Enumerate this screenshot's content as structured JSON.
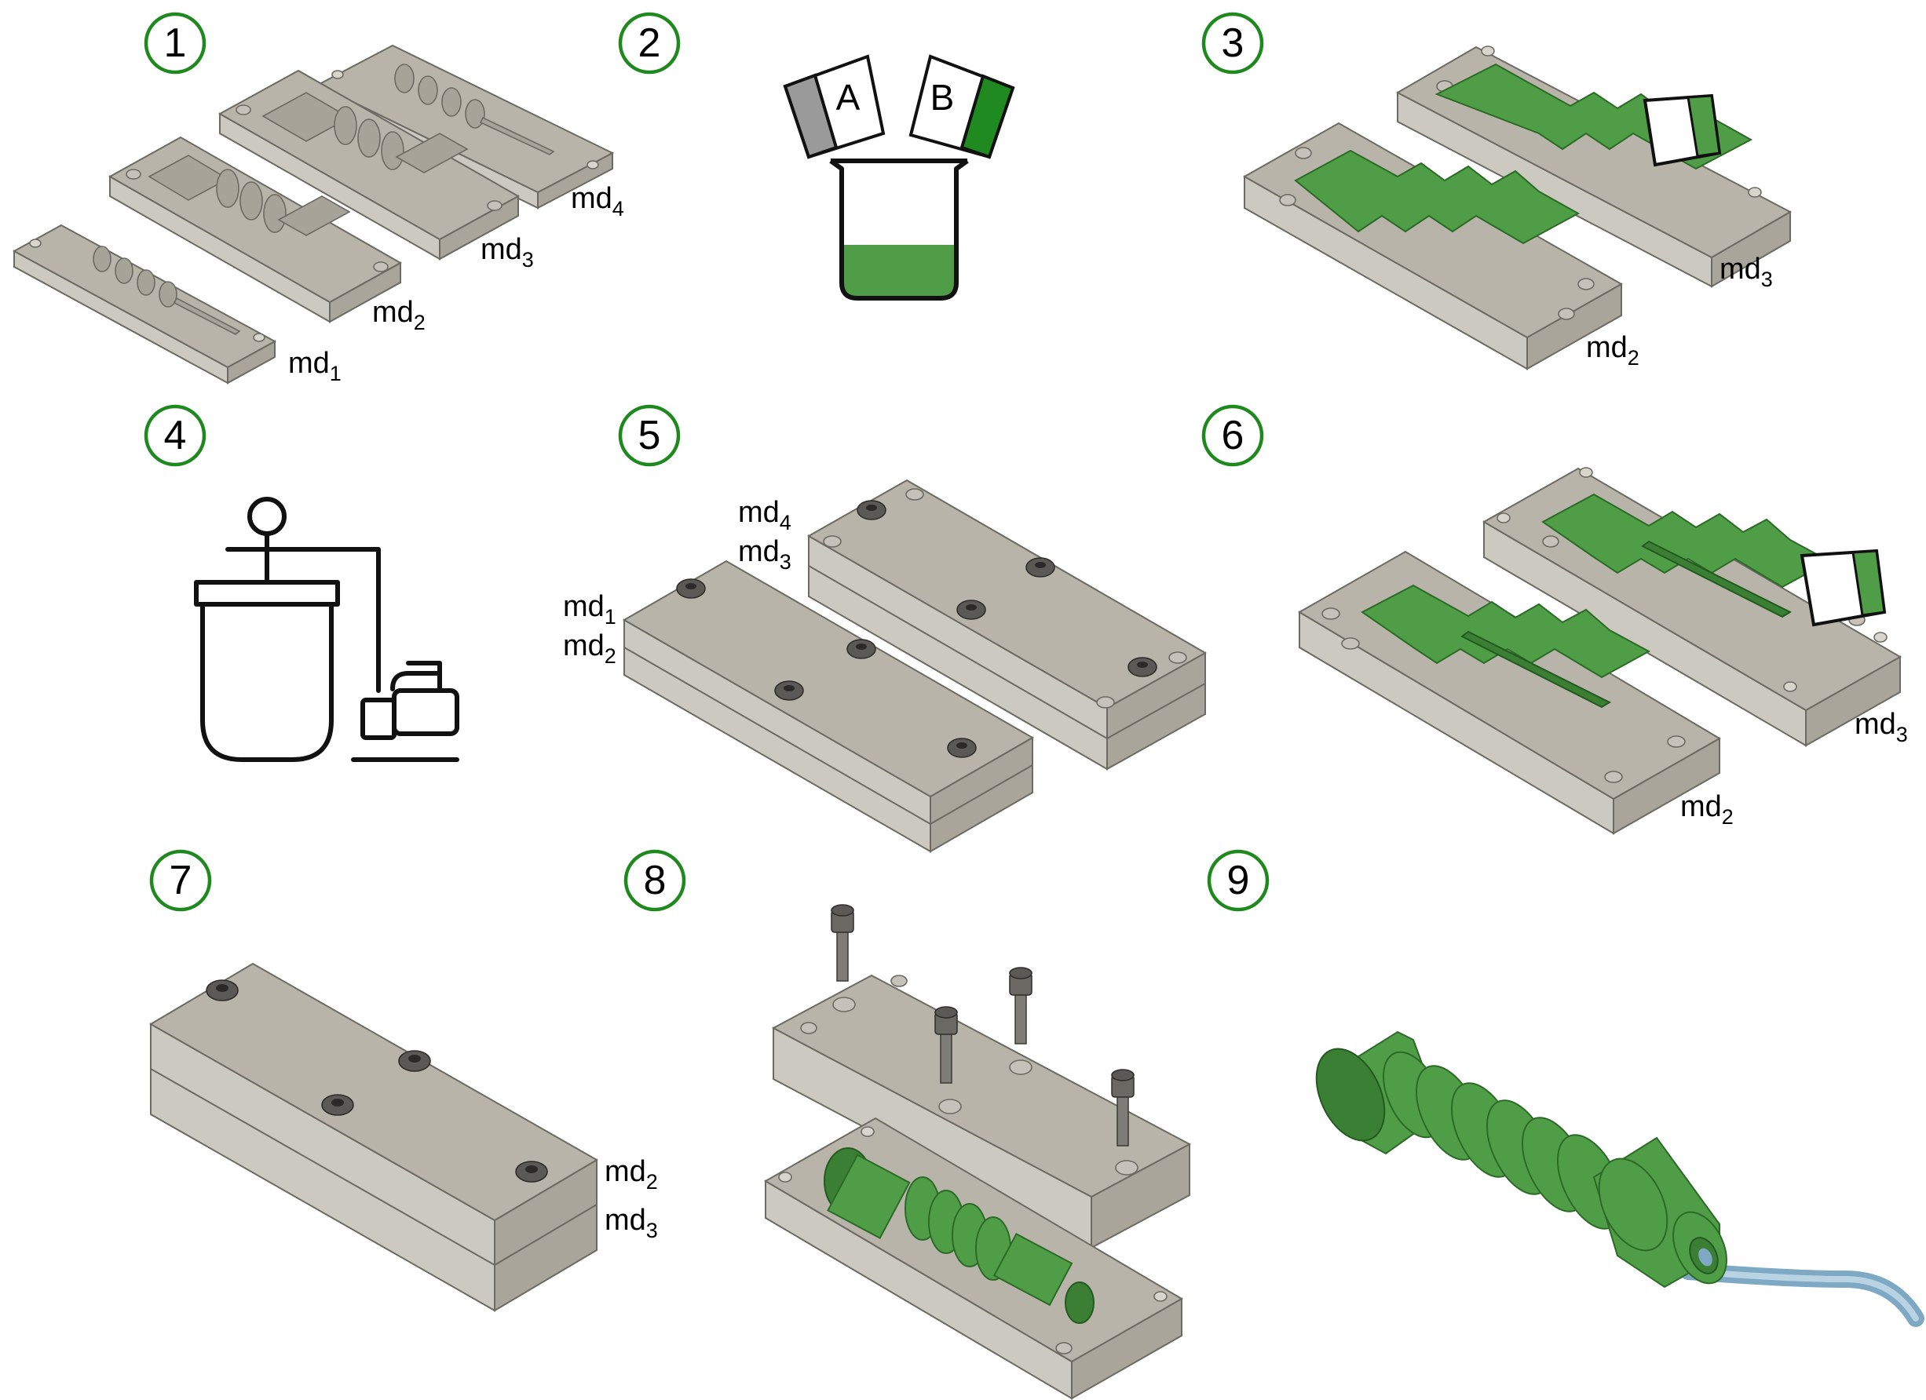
{
  "steps": [
    "1",
    "2",
    "3",
    "4",
    "5",
    "6",
    "7",
    "8",
    "9"
  ],
  "labels": {
    "s1": {
      "md1": "md",
      "md1_sub": "1",
      "md2": "md",
      "md2_sub": "2",
      "md3": "md",
      "md3_sub": "3",
      "md4": "md",
      "md4_sub": "4"
    },
    "s2": {
      "cup_a": "A",
      "cup_b": "B"
    },
    "s3": {
      "md2": "md",
      "md2_sub": "2",
      "md3": "md",
      "md3_sub": "3"
    },
    "s5": {
      "md4": "md",
      "md4_sub": "4",
      "md3": "md",
      "md3_sub": "3",
      "md1": "md",
      "md1_sub": "1",
      "md2": "md",
      "md2_sub": "2"
    },
    "s6": {
      "md2": "md",
      "md2_sub": "2",
      "md3": "md",
      "md3_sub": "3"
    },
    "s7": {
      "md2": "md",
      "md2_sub": "2",
      "md3": "md",
      "md3_sub": "3"
    }
  },
  "colors": {
    "step_ring": "#1e8a1e",
    "silicone_green": "#4f9e47",
    "mold_grey": "#b8b4aa",
    "cup_a_band": "#9a9a9a",
    "cup_b_band": "#1f8a1f",
    "tube_blue": "#7ea9c4"
  },
  "icons": [
    "mold-parts-icon",
    "mix-a-b-icon",
    "pour-silicone-icon",
    "vacuum-degassing-icon",
    "assemble-molds-icon",
    "second-pour-icon",
    "closed-mold-icon",
    "demold-icon",
    "soft-actuator-icon"
  ]
}
